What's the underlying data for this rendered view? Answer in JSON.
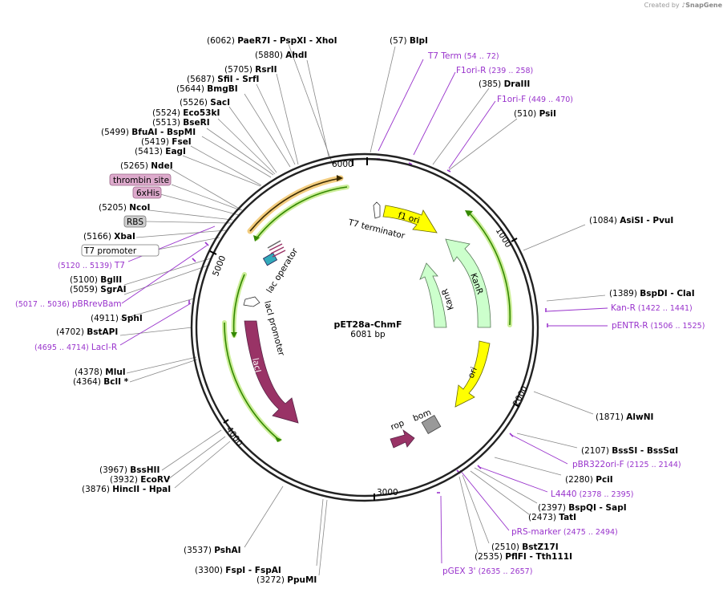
{
  "credit": {
    "prefix": "Created by",
    "brand": "SnapGene"
  },
  "plasmid": {
    "name": "pET28a-ChmF",
    "size_label": "6081 bp"
  },
  "ticks": [
    "1000",
    "2000",
    "3000",
    "4000",
    "5000",
    "6000"
  ],
  "features": {
    "f1ori": "f1 ori",
    "kanr1": "KanR",
    "kanr2": "KanR",
    "ori": "ori",
    "laci": "lacI",
    "laci_promoter": "lacI promoter",
    "lac_operator": "lac operator",
    "t7_terminator": "T7 terminator",
    "rop": "rop",
    "bom": "bom"
  },
  "sites": [
    {
      "pos": "(6062)",
      "name": "PaeR7I",
      "extra": [
        "- PspXI",
        "- XhoI"
      ]
    },
    {
      "pos": "(57)",
      "name": "BlpI",
      "extra": []
    },
    {
      "pos": "(5880)",
      "name": "AhdI",
      "extra": []
    },
    {
      "pos": "(5705)",
      "name": "RsrII",
      "extra": []
    },
    {
      "pos": "(5687)",
      "name": "SfiI",
      "extra": [
        "- SrfI"
      ]
    },
    {
      "pos": "(5644)",
      "name": "BmgBI",
      "extra": []
    },
    {
      "pos": "(385)",
      "name": "DraIII",
      "extra": []
    },
    {
      "pos": "(510)",
      "name": "PsiI",
      "extra": []
    },
    {
      "pos": "(5526)",
      "name": "SacI",
      "extra": []
    },
    {
      "pos": "(5524)",
      "name": "Eco53kI",
      "extra": []
    },
    {
      "pos": "(5513)",
      "name": "BseRI",
      "extra": []
    },
    {
      "pos": "(5499)",
      "name": "BfuAI",
      "extra": [
        "- BspMI"
      ]
    },
    {
      "pos": "(5419)",
      "name": "FseI",
      "extra": []
    },
    {
      "pos": "(5413)",
      "name": "EagI",
      "extra": []
    },
    {
      "pos": "(5265)",
      "name": "NdeI",
      "extra": []
    },
    {
      "pos": "(5205)",
      "name": "NcoI",
      "extra": []
    },
    {
      "pos": "(5166)",
      "name": "XbaI",
      "extra": []
    },
    {
      "pos": "(1084)",
      "name": "AsiSI",
      "extra": [
        "- PvuI"
      ]
    },
    {
      "pos": "(5100)",
      "name": "BglII",
      "extra": []
    },
    {
      "pos": "(5059)",
      "name": "SgrAI",
      "extra": []
    },
    {
      "pos": "(1389)",
      "name": "BspDI",
      "extra": [
        "- ClaI"
      ]
    },
    {
      "pos": "(4911)",
      "name": "SphI",
      "extra": []
    },
    {
      "pos": "(4702)",
      "name": "BstAPI",
      "extra": []
    },
    {
      "pos": "(4378)",
      "name": "MluI",
      "extra": []
    },
    {
      "pos": "(4364)",
      "name": "BclI *",
      "extra": []
    },
    {
      "pos": "(1871)",
      "name": "AlwNI",
      "extra": []
    },
    {
      "pos": "(2107)",
      "name": "BssSI",
      "extra": [
        "- BssSαI"
      ]
    },
    {
      "pos": "(3967)",
      "name": "BssHII",
      "extra": []
    },
    {
      "pos": "(3932)",
      "name": "EcoRV",
      "extra": []
    },
    {
      "pos": "(3876)",
      "name": "HincII",
      "extra": [
        "- HpaI"
      ]
    },
    {
      "pos": "(2280)",
      "name": "PciI",
      "extra": []
    },
    {
      "pos": "(2397)",
      "name": "BspQI",
      "extra": [
        "- SapI"
      ]
    },
    {
      "pos": "(2473)",
      "name": "TatI",
      "extra": []
    },
    {
      "pos": "(2510)",
      "name": "BstZ17I",
      "extra": []
    },
    {
      "pos": "(2535)",
      "name": "PflFI",
      "extra": [
        "- Tth111I"
      ]
    },
    {
      "pos": "(3537)",
      "name": "PshAI",
      "extra": []
    },
    {
      "pos": "(3300)",
      "name": "FspI",
      "extra": [
        "- FspAI"
      ]
    },
    {
      "pos": "(3272)",
      "name": "PpuMI",
      "extra": []
    }
  ],
  "primers": [
    {
      "name": "T7 Term",
      "range": "(54 .. 72)"
    },
    {
      "name": "F1ori-R",
      "range": "(239 .. 258)"
    },
    {
      "name": "F1ori-F",
      "range": "(449 .. 470)"
    },
    {
      "name": "T7",
      "range": "(5120 .. 5139)"
    },
    {
      "name": "pBRrevBam",
      "range": "(5017 .. 5036)"
    },
    {
      "name": "LacI-R",
      "range": "(4695 .. 4714)"
    },
    {
      "name": "Kan-R",
      "range": "(1422 .. 1441)"
    },
    {
      "name": "pENTR-R",
      "range": "(1506 .. 1525)"
    },
    {
      "name": "pBR322ori-F",
      "range": "(2125 .. 2144)"
    },
    {
      "name": "L4440",
      "range": "(2378 .. 2395)"
    },
    {
      "name": "pRS-marker",
      "range": "(2475 .. 2494)"
    },
    {
      "name": "pGEX 3'",
      "range": "(2635 .. 2657)"
    }
  ],
  "boxed": {
    "thrombin": "thrombin site",
    "his": "6xHis",
    "rbs": "RBS",
    "t7promoter": "T7 promoter"
  },
  "colors": {
    "backbone": "#222222",
    "primer": "#9933cc",
    "arrow_green_outline": "#338800",
    "glow": "#ccee99",
    "f1ori": "#ffff00",
    "kanr": "#ccffcc",
    "laci": "#993366",
    "bom": "#999999",
    "his_box": "#ddaacc",
    "rbs_box": "#cccccc"
  }
}
